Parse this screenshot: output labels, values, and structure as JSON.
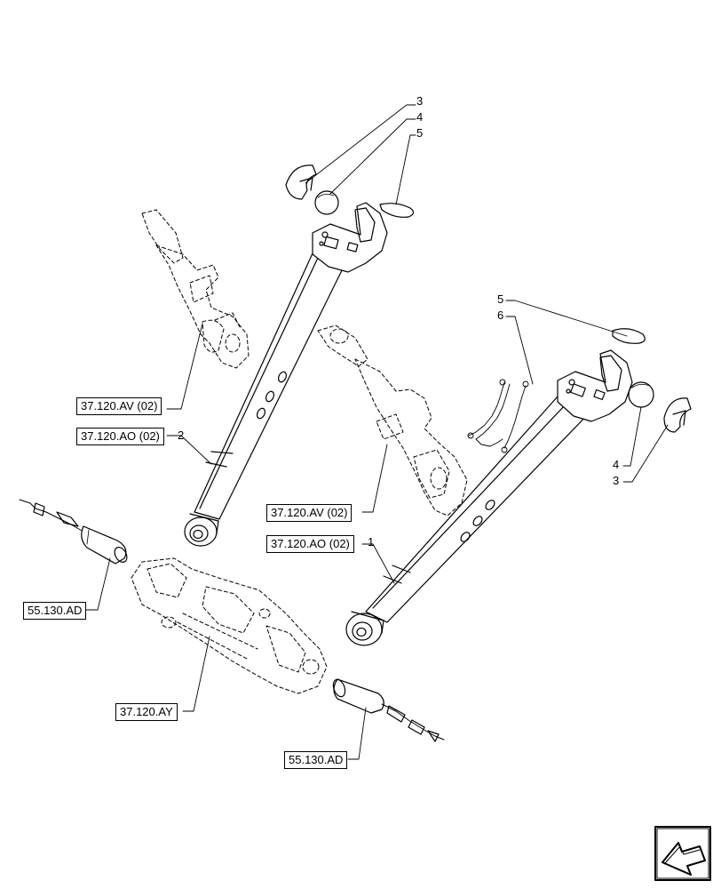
{
  "references": {
    "av_upper": "37.120.AV (02)",
    "ao_upper": "37.120.AO (02)",
    "av_lower": "37.120.AV (02)",
    "ao_lower": "37.120.AO (02)",
    "ay": "37.120.AY",
    "ad_left": "55.130.AD",
    "ad_right": "55.130.AD"
  },
  "callouts": {
    "upper_3": "3",
    "upper_4": "4",
    "upper_5": "5",
    "left_link_2": "2",
    "mid_5": "5",
    "mid_6": "6",
    "right_link_1": "1",
    "right_4": "4",
    "right_3": "3"
  },
  "icons": {
    "navigation": "navigation-arrow-icon"
  }
}
